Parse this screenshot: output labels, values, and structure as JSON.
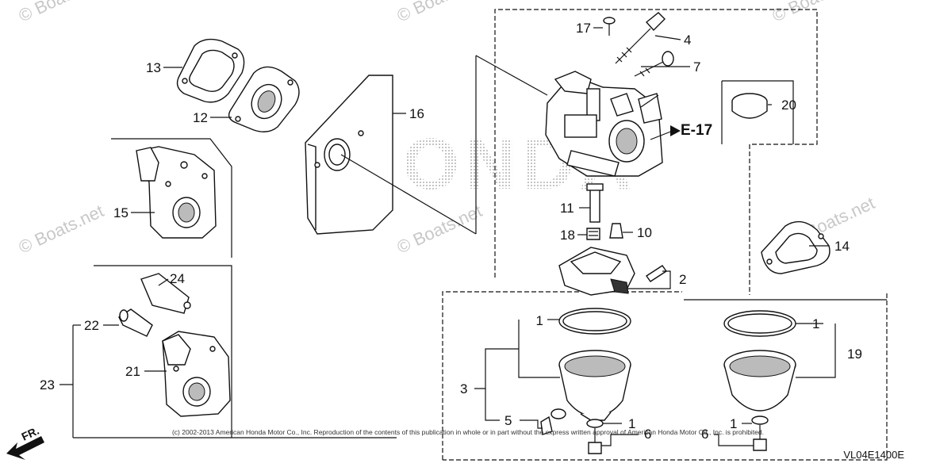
{
  "watermarks": [
    "© Boats.net",
    "© Boats.net",
    "© Boats.net",
    "© Boats.net",
    "© Boats.net",
    "© Boats.net"
  ],
  "brand_watermark": "HONDA",
  "callouts": [
    "1",
    "1",
    "1",
    "1",
    "2",
    "3",
    "4",
    "5",
    "6",
    "6",
    "7",
    "10",
    "11",
    "12",
    "13",
    "14",
    "15",
    "16",
    "17",
    "18",
    "19",
    "20",
    "21",
    "22",
    "23",
    "24"
  ],
  "reference": "E-17",
  "direction": "FR.",
  "copyright": "(c) 2002-2013 American Honda Motor Co., Inc. Reproduction of the contents of this publication in whole or in part without the express written approval of American Honda Motor Co., Inc. is prohibited.",
  "diagram_code": "VL04E1400E"
}
